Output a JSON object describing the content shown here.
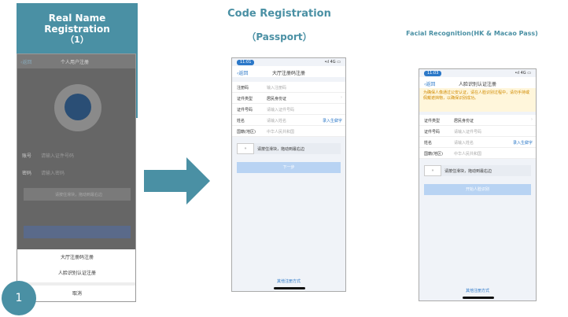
{
  "slide": {
    "title_line1": "Real Name Registration",
    "title_line2": "（1）",
    "step_number": "1",
    "code_title_line1": "Code Registration",
    "code_title_line2": "（Passport）",
    "facial_title": "Facial Recognition(HK & Macao Pass)"
  },
  "phone1": {
    "back": "‹返回",
    "title": "个人用户注册",
    "rows": [
      {
        "label": "账号",
        "value": "请输入证件号码"
      },
      {
        "label": "密码",
        "value": "请输入密码"
      }
    ],
    "slider_text": "请按住滑块，拖动到最右边",
    "sheet_items": [
      "大厅注册码注册",
      "人脸识别认证注册",
      "取消"
    ]
  },
  "phone2": {
    "time": "11:01",
    "signal": "•ıl 4G ▭",
    "back": "‹返回",
    "title": "大厅注册码注册",
    "fields": [
      {
        "label": "注册码",
        "value": "输入注册码"
      },
      {
        "label": "证件类型",
        "value": "居民身份证"
      },
      {
        "label": "证件号码",
        "value": "请输入证件号码"
      },
      {
        "label": "姓名",
        "value": "请输入姓名",
        "link": "录入生僻字"
      },
      {
        "label": "国籍(地区)",
        "value": "中华人民共和国"
      }
    ],
    "slider_handle": "»",
    "slider_text": "请按住滑块，拖动到最右边",
    "button": "下一步",
    "other": "其他注册方式"
  },
  "phone3": {
    "time": "11:03",
    "signal": "•ıl 4G ▭",
    "back": "‹返回",
    "title": "人脸识别认证注册",
    "warning": "为确保人像通过公安认证，请在人脸识别过程中，请勿手持或佩戴遮挡物，以确保识别成功。",
    "fields": [
      {
        "label": "证件类型",
        "value": "居民身份证"
      },
      {
        "label": "证件号码",
        "value": "请输入证件号码"
      },
      {
        "label": "姓名",
        "value": "请输入姓名",
        "link": "录入生僻字"
      },
      {
        "label": "国籍(地区)",
        "value": "中华人民共和国"
      }
    ],
    "slider_handle": "»",
    "slider_text": "请按住滑块，拖动到最右边",
    "button": "开始人脸识别",
    "other": "其他注册方式"
  }
}
